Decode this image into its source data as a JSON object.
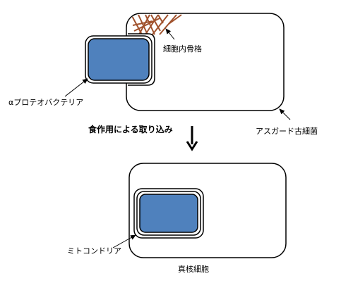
{
  "labels": {
    "cytoskeleton": "細胞内骨格",
    "alphaproteobacteria": "αプロテオバクテリア",
    "asgard_archaea": "アスガード古細菌",
    "phagocytosis": "食作用による取り込み",
    "mitochondria": "ミトコンドリア",
    "eukaryotic_cell": "真核細胞"
  },
  "colors": {
    "bacterium_fill": "#4f81bd",
    "cytoskeleton_stroke": "#a0522d",
    "outline": "#000000",
    "background": "#ffffff"
  }
}
